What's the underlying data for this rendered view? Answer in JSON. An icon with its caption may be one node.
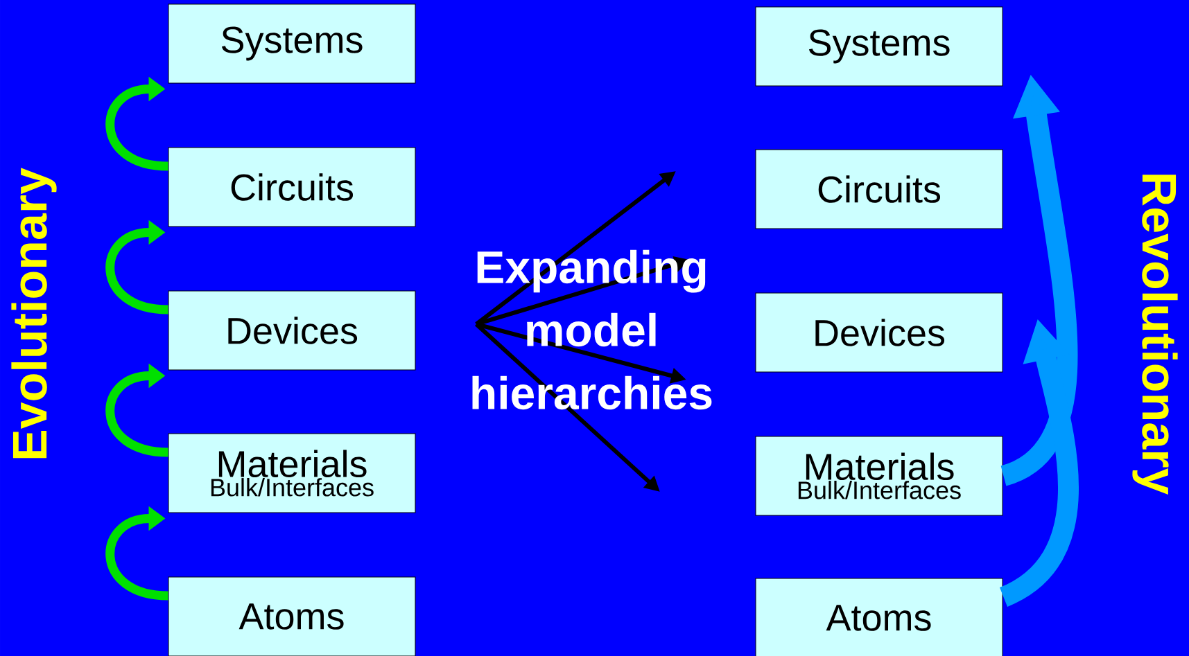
{
  "diagram": {
    "nodes": [
      {
        "text": [
          "Systems"
        ]
      },
      {
        "text": [
          "Circuits"
        ]
      },
      {
        "text": [
          "Devices"
        ]
      },
      {
        "text": [
          "Materials",
          "Bulk/Interfaces"
        ]
      },
      {
        "text": [
          "Atoms"
        ]
      },
      {
        "text": [
          "Systems"
        ]
      },
      {
        "text": [
          "Circuits"
        ]
      },
      {
        "text": [
          "Devices"
        ]
      },
      {
        "text": [
          "Materials",
          "Bulk/Interfaces"
        ]
      },
      {
        "text": [
          "Atoms"
        ]
      },
      {
        "text": [
          "Expanding model hierarchies"
        ]
      }
    ],
    "edges": [
      {
        "from": 1,
        "to": 0,
        "arrow": "to",
        "color": "#00e000"
      },
      {
        "from": 2,
        "to": 1,
        "arrow": "to",
        "color": "#00e000"
      },
      {
        "from": 3,
        "to": 2,
        "arrow": "to",
        "color": "#00e000"
      },
      {
        "from": 4,
        "to": 3,
        "arrow": "to",
        "color": "#00e000"
      },
      {
        "from": 10,
        "to": null,
        "arrow": "to",
        "color": "#000000"
      },
      {
        "from": 10,
        "to": null,
        "arrow": "to",
        "color": "#000000"
      },
      {
        "from": 10,
        "to": null,
        "arrow": "to",
        "color": "#000000"
      },
      {
        "from": 10,
        "to": null,
        "arrow": "to",
        "color": "#000000"
      },
      {
        "from": 8,
        "to": 5,
        "arrow": "to",
        "style": "thick",
        "color": "#0099ff"
      },
      {
        "from": 9,
        "to": 7,
        "arrow": "to",
        "style": "thick",
        "color": "#0099ff"
      }
    ],
    "labels": [
      "Evolutionary",
      "Revolutionary"
    ]
  }
}
